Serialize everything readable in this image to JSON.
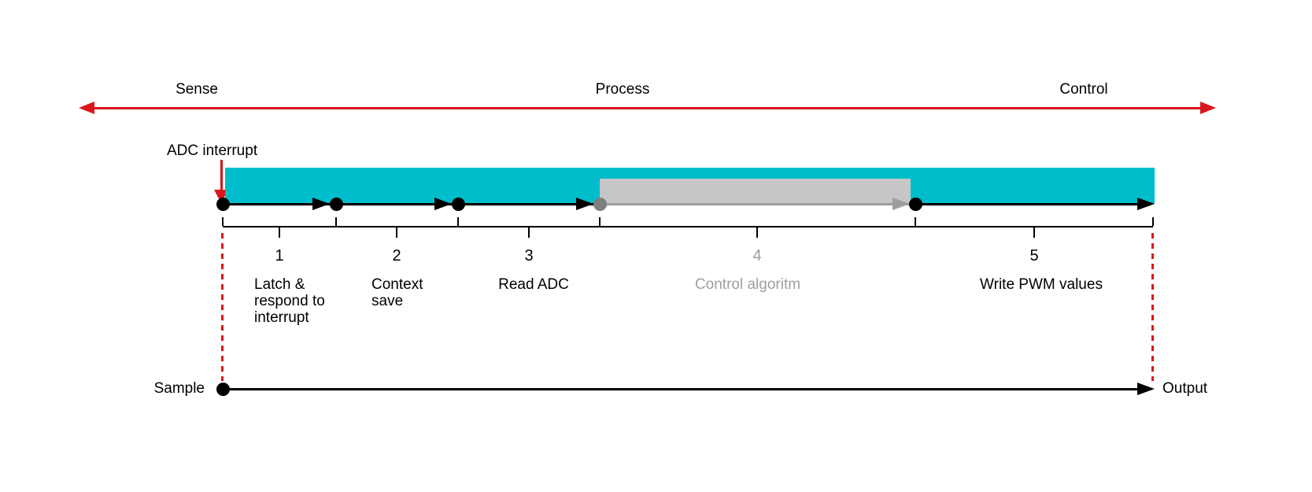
{
  "phases": [
    {
      "label": "Sense"
    },
    {
      "label": "Process"
    },
    {
      "label": "Control"
    }
  ],
  "annotations": {
    "interrupt": "ADC interrupt",
    "sample": "Sample",
    "output": "Output"
  },
  "steps": [
    {
      "number": "1",
      "lines": [
        "Latch &",
        "respond to",
        "interrupt"
      ]
    },
    {
      "number": "2",
      "lines": [
        "Context",
        "save"
      ]
    },
    {
      "number": "3",
      "lines": [
        "Read ADC"
      ]
    },
    {
      "number": "4",
      "lines": [
        "Control algoritm"
      ],
      "muted": true
    },
    {
      "number": "5",
      "lines": [
        "Write PWM values"
      ]
    }
  ],
  "colors": {
    "cyan": "#00bdcb",
    "bar-gray": "#c6c6c6",
    "gray-mid": "#9e9e9e",
    "gray-dark": "#7f7f7f",
    "red": "#d9161b",
    "ink": "#000000",
    "muted-text": "#9e9e9e"
  }
}
